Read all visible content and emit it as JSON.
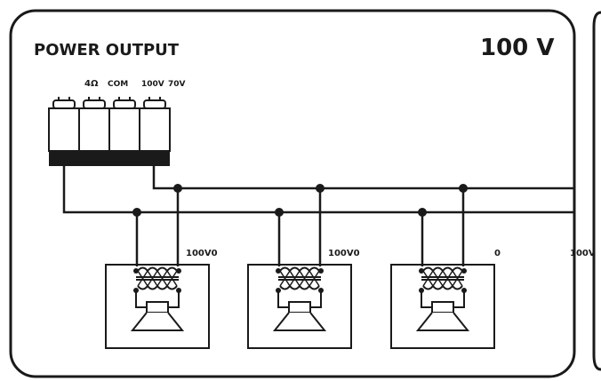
{
  "panel": {
    "title": "POWER OUTPUT",
    "voltage": "100 V"
  },
  "terminals": {
    "label_4ohm": "4Ω",
    "label_com": "COM",
    "label_100v": "100V",
    "label_70v": "70V"
  },
  "speakers": [
    {
      "tap_label": "100V0"
    },
    {
      "tap_label": "100V0"
    },
    {
      "tap_label": "0"
    }
  ],
  "cutoff_label": "100V"
}
